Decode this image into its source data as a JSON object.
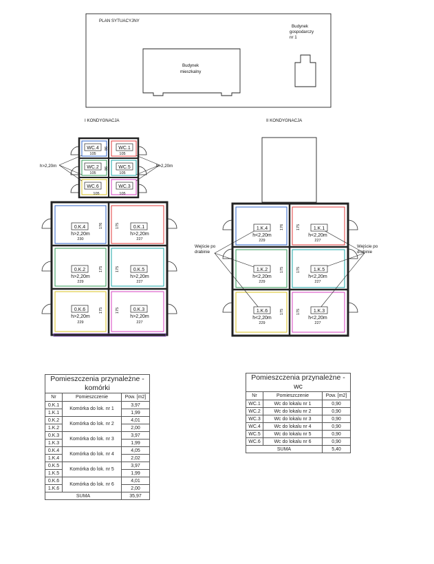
{
  "site": {
    "title": "PLAN SYTUACYJNY",
    "main_building": [
      "Budynek",
      "mieszkalny"
    ],
    "outbuilding": [
      "Budynek",
      "gospodarczy",
      "nr 1"
    ]
  },
  "floor1": {
    "title": "I KONDYGNACJA",
    "height_note_left": "h>2,20m",
    "height_note_right": "h>2,20m",
    "wc": [
      {
        "code": "WC.4",
        "dim": "105"
      },
      {
        "code": "WC.1",
        "dim": "105"
      },
      {
        "code": "WC.2",
        "dim": "105"
      },
      {
        "code": "WC.5",
        "dim": "105"
      },
      {
        "code": "WC.6",
        "dim": "105"
      },
      {
        "code": "WC.3",
        "dim": "105"
      }
    ],
    "wc_side_dim": "86",
    "rooms": [
      {
        "code": "0.K.4",
        "h": "h>2,20m",
        "w": "230",
        "side": "176"
      },
      {
        "code": "0.K.1",
        "h": "h>2,20m",
        "w": "227",
        "side": "175"
      },
      {
        "code": "0.K.2",
        "h": "h>2,20m",
        "w": "229",
        "side": "175"
      },
      {
        "code": "0.K.5",
        "h": "h>2,20m",
        "w": "227",
        "side": "175"
      },
      {
        "code": "0.K.6",
        "h": "h>2,20m",
        "w": "229",
        "side": "175"
      },
      {
        "code": "0.K.3",
        "h": "h>2,20m",
        "w": "227",
        "side": "175"
      }
    ]
  },
  "floor2": {
    "title": "II KONDYGNACJA",
    "entry_left": [
      "Wejście po",
      "drabinie"
    ],
    "entry_right": [
      "Wejście po",
      "drabinie"
    ],
    "rooms": [
      {
        "code": "1.K.4",
        "h": "h<2,20m",
        "w": "229",
        "side": "176"
      },
      {
        "code": "1.K.1",
        "h": "h<2,20m",
        "w": "227",
        "side": "175"
      },
      {
        "code": "1.K.2",
        "h": "h<2,20m",
        "w": "229",
        "side": "175"
      },
      {
        "code": "1.K.5",
        "h": "h<2,20m",
        "w": "227",
        "side": "175"
      },
      {
        "code": "1.K.6",
        "h": "h<2,20m",
        "w": "229",
        "side": "175"
      },
      {
        "code": "1.K.3",
        "h": "h<2,20m",
        "w": "227",
        "side": "175"
      }
    ]
  },
  "table_komorki": {
    "title_line1": "Pomieszczenia przynależne -",
    "title_line2": "komórki",
    "headers": [
      "Nr",
      "Pomieszczenie",
      "Pow. [m2]"
    ],
    "groups": [
      {
        "nrs": [
          "0.K.1",
          "1.K.1"
        ],
        "name": "Komórka do lok. nr 1",
        "areas": [
          "3,97",
          "1,99"
        ]
      },
      {
        "nrs": [
          "0.K.2",
          "1.K.2"
        ],
        "name": "Komórka do lok. nr 2",
        "areas": [
          "4,01",
          "2,00"
        ]
      },
      {
        "nrs": [
          "0.K.3",
          "1.K.3"
        ],
        "name": "Komórka do lok. nr 3",
        "areas": [
          "3,97",
          "1,99"
        ]
      },
      {
        "nrs": [
          "0.K.4",
          "1.K.4"
        ],
        "name": "Komórka do lok. nr 4",
        "areas": [
          "4,05",
          "2,02"
        ]
      },
      {
        "nrs": [
          "0.K.5",
          "1.K.5"
        ],
        "name": "Komórka do lok. nr 5",
        "areas": [
          "3,97",
          "1,99"
        ]
      },
      {
        "nrs": [
          "0.K.6",
          "1.K.6"
        ],
        "name": "Komórka do lok. nr 6",
        "areas": [
          "4,01",
          "2,00"
        ]
      }
    ],
    "sum_label": "SUMA",
    "sum_value": "35,97"
  },
  "table_wc": {
    "title_line1": "Pomieszczenia przynależne -",
    "title_line2": "wc",
    "headers": [
      "Nr",
      "Pomieszczenie",
      "Pow. [m2]"
    ],
    "rows": [
      {
        "nr": "WC.1",
        "name": "Wc do lokalu nr 1",
        "area": "0,90"
      },
      {
        "nr": "WC.2",
        "name": "Wc do lokalu nr 2",
        "area": "0,90"
      },
      {
        "nr": "WC.3",
        "name": "Wc do lokalu nr 3",
        "area": "0,90"
      },
      {
        "nr": "WC.4",
        "name": "Wc do lokalu nr 4",
        "area": "0,90"
      },
      {
        "nr": "WC.5",
        "name": "Wc do lokalu nr 5",
        "area": "0,90"
      },
      {
        "nr": "WC.6",
        "name": "Wc do lokalu nr 6",
        "area": "0,90"
      }
    ],
    "sum_label": "SUMA",
    "sum_value": "5,40"
  },
  "colors": {
    "line": "#222222",
    "red": "#e23a3a",
    "blue": "#2d63c8",
    "green": "#2f9a55",
    "teal": "#1aa5a5",
    "magenta": "#d43fbf",
    "yellow": "#d8c21f",
    "purple": "#8a4fc6"
  }
}
